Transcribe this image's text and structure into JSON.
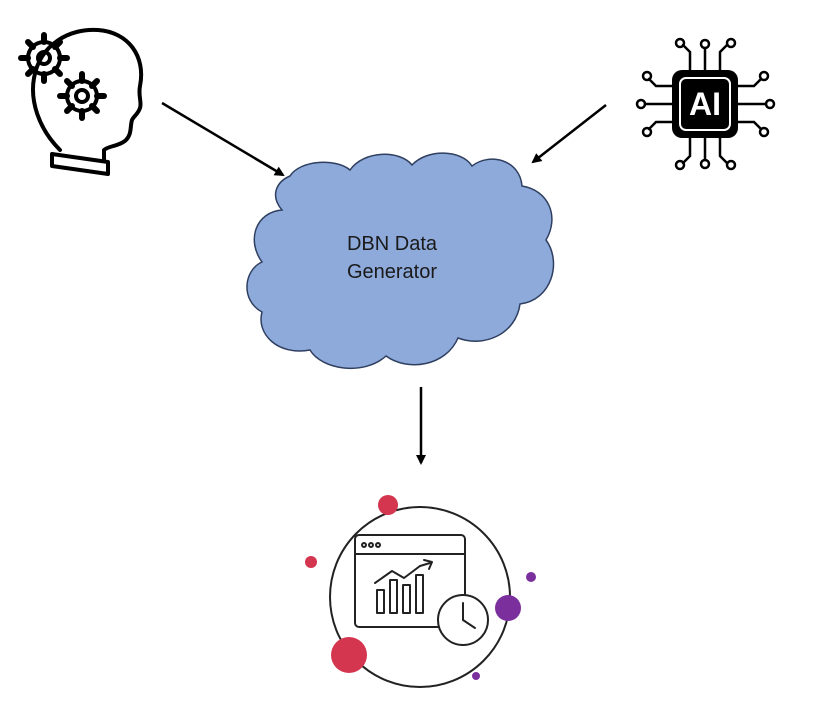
{
  "diagram": {
    "center_node": {
      "label_lines": [
        "DBN Data",
        "Generator"
      ],
      "fill_color": "#8eaadb",
      "stroke_color": "#2f3f60"
    },
    "inputs": [
      {
        "icon": "human-expert-gears-head-icon"
      },
      {
        "icon": "ai-chip-icon",
        "text": "AI"
      }
    ],
    "output": {
      "icon": "data-analytics-dashboard-icon"
    },
    "accent_colors": {
      "red": "#d4354f",
      "purple": "#7a2f9c"
    }
  }
}
